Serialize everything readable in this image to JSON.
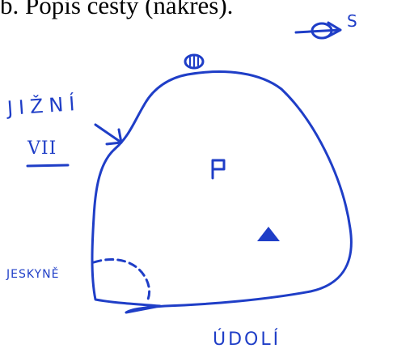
{
  "caption": "b. Popis cesty (nákres).",
  "labels": {
    "face": "JIŽNÍ",
    "grade": "VII",
    "cave": "JESKYNĚ",
    "valley": "ÚDOLÍ",
    "north": "S"
  },
  "icons": {
    "compass": "north-arrow-icon",
    "summit": "summit-book-icon",
    "peak": "flag-icon",
    "camp": "tent-icon"
  },
  "colors": {
    "ink": "#1f3ec7",
    "text": "#000000"
  }
}
